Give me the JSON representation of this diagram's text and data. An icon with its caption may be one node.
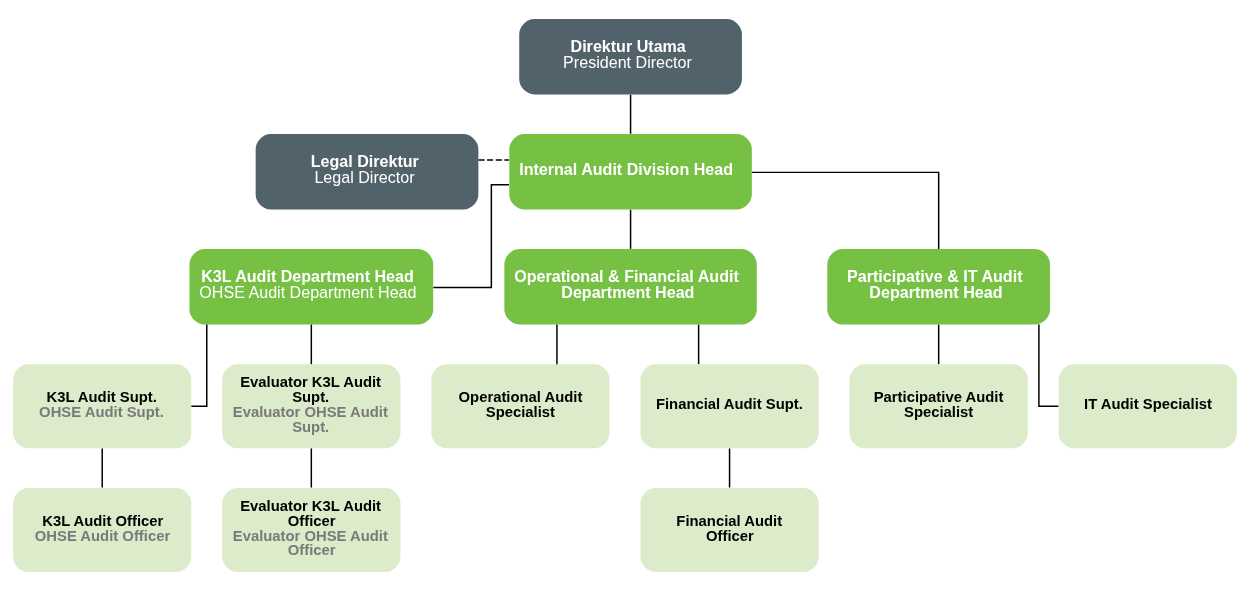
{
  "diagram": {
    "nodes": [
      {
        "text": [
          "Direktur Utama",
          "President Director"
        ]
      },
      {
        "text": [
          "Legal Direktur",
          "Legal Director"
        ]
      },
      {
        "text": [
          "Internal Audit Division Head"
        ]
      },
      {
        "text": [
          "K3L Audit Department Head",
          "OHSE Audit Department Head"
        ]
      },
      {
        "text": [
          "Operational & Financial Audit Department Head"
        ]
      },
      {
        "text": [
          "Participative & IT Audit Department Head"
        ]
      },
      {
        "text": [
          "K3L Audit Supt.",
          "OHSE Audit Supt."
        ]
      },
      {
        "text": [
          "Evaluator K3L Audit Supt.",
          "Evaluator OHSE Audit Supt."
        ]
      },
      {
        "text": [
          "Operational Audit Specialist"
        ]
      },
      {
        "text": [
          "Financial Audit Supt."
        ]
      },
      {
        "text": [
          "Participative Audit Specialist"
        ]
      },
      {
        "text": [
          "IT Audit Specialist"
        ]
      },
      {
        "text": [
          "K3L Audit Officer",
          "OHSE Audit Officer"
        ]
      },
      {
        "text": [
          "Evaluator K3L Audit Officer",
          "Evaluator OHSE Audit Officer"
        ]
      },
      {
        "text": [
          "Financial Audit Officer"
        ]
      }
    ],
    "edges": [
      {
        "from": 0,
        "to": 2,
        "arrow": "none"
      },
      {
        "from": 1,
        "to": 2,
        "arrow": "none",
        "style": "dashed"
      },
      {
        "from": 2,
        "to": 3,
        "arrow": "none"
      },
      {
        "from": 2,
        "to": 4,
        "arrow": "none"
      },
      {
        "from": 2,
        "to": 5,
        "arrow": "none"
      },
      {
        "from": 3,
        "to": 6,
        "arrow": "none"
      },
      {
        "from": 3,
        "to": 7,
        "arrow": "none"
      },
      {
        "from": 4,
        "to": 8,
        "arrow": "none"
      },
      {
        "from": 4,
        "to": 9,
        "arrow": "none"
      },
      {
        "from": 5,
        "to": 10,
        "arrow": "none"
      },
      {
        "from": 5,
        "to": 11,
        "arrow": "none"
      },
      {
        "from": 6,
        "to": 12,
        "arrow": "none"
      },
      {
        "from": 7,
        "to": 13,
        "arrow": "none"
      },
      {
        "from": 9,
        "to": 14,
        "arrow": "none"
      }
    ]
  }
}
